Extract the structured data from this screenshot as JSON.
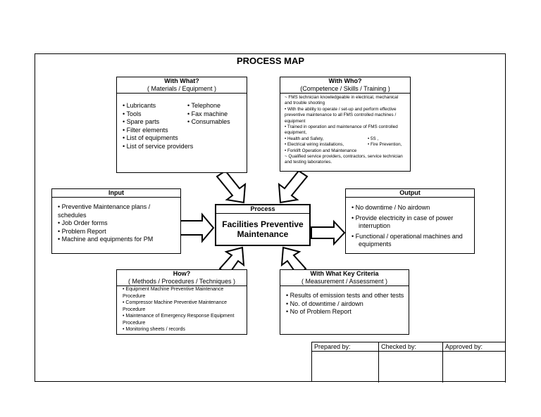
{
  "title": "PROCESS MAP",
  "with_what": {
    "heading": "With What?",
    "subheading": "( Materials / Equipment )",
    "col1": [
      "Lubricants",
      "Tools",
      "Spare parts",
      "Filter elements",
      "List of equipments",
      "List of service providers"
    ],
    "col2": [
      "Telephone",
      "Fax machine",
      "Consumables"
    ]
  },
  "with_who": {
    "heading": "With Who?",
    "subheading": "(Competence / Skills / Training )",
    "lines": [
      "~ FMS technician knowledgeable in electrical, mechanical and trouble shooting",
      "• With the ability to operate / set-up and perform effective preventive maintenance to all FMS controlled machines / equipment",
      "• Trained in operation and maintenance of FMS controlled equipment,",
      "• Health and Safety,",
      "• 5S ,",
      "•  Electrical wiring installations,",
      "• Fire Prevention,",
      "• Forklift Operation and Maintenance",
      "~ Qualified service providers, contractors, service technician and testing laboratories."
    ]
  },
  "input": {
    "heading": "Input",
    "items": [
      "Preventive Maintenance plans / schedules",
      "Job Order forms",
      "Problem Report",
      "Machine and equipments for PM"
    ]
  },
  "process": {
    "heading": "Process",
    "name": "Facilities Preventive Maintenance"
  },
  "output": {
    "heading": "Output",
    "items": [
      "No downtime / No airdown",
      "Provide electricity in case of power interruption",
      "Functional / operational machines and equipments"
    ]
  },
  "how": {
    "heading": "How?",
    "subheading": "( Methods / Procedures / Techniques )",
    "items": [
      "Equipment Machine Preventive   Maintenance Procedure",
      "Compressor Machine Preventive Maintenance Procedure",
      "Maintenance of Emergency Response Equipment Procedure",
      "Monitoring sheets / records"
    ]
  },
  "key_criteria": {
    "heading": "With What Key Criteria",
    "subheading": "( Measurement / Assessment )",
    "items": [
      "Results of emission tests and other tests",
      "No. of downtime / airdown",
      "No of Problem Report"
    ]
  },
  "signatures": {
    "prepared": "Prepared by:",
    "checked": "Checked by:",
    "approved": "Approved by:"
  }
}
